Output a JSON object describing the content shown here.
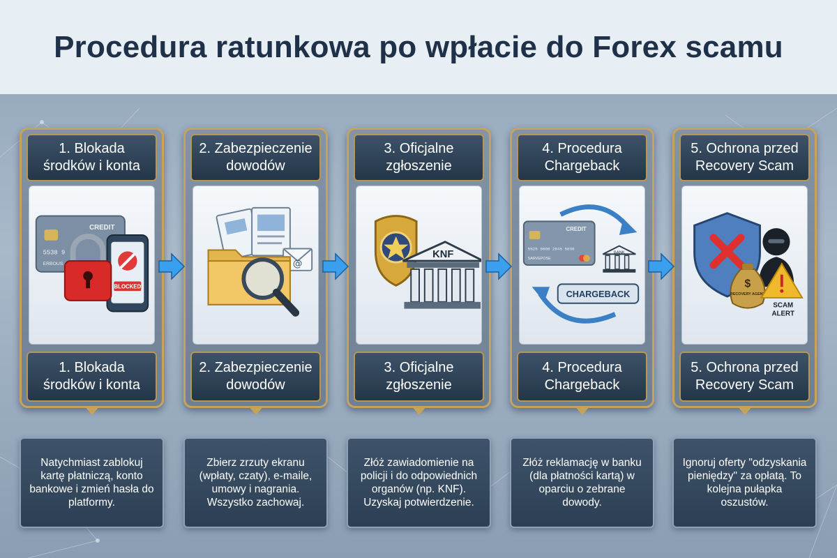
{
  "title": "Procedura ratunkowa po wpłacie do Forex scamu",
  "steps": [
    {
      "title": "1. Blokada środków i konta",
      "description": "Natychmiast zablokuj kartę płatniczą, konto bankowe i zmień hasła do platformy.",
      "icon_labels": {
        "card": "CREDIT",
        "card_digits": "5538 9",
        "card_name": "ERBOUS",
        "blocked": "BLOCKED"
      },
      "icons": [
        "credit-card-icon",
        "padlock-icon",
        "blocked-phone-icon"
      ]
    },
    {
      "title": "2. Zabezpieczenie dowodów",
      "description": "Zbierz zrzuty ekranu (wpłaty, czaty), e-maile, umowy i nagrania. Wszystko zachowaj.",
      "icon_labels": {},
      "icons": [
        "documents-icon",
        "folder-icon",
        "magnifier-icon",
        "email-icon"
      ]
    },
    {
      "title": "3. Oficjalne zgłoszenie",
      "description": "Złóż zawiadomienie na policji i do odpowiednich organów (np. KNF). Uzyskaj potwierdzenie.",
      "icon_labels": {
        "authority": "KNF"
      },
      "icons": [
        "police-badge-icon",
        "institution-building-icon"
      ]
    },
    {
      "title": "4. Procedura Chargeback",
      "description": "Złóż reklamację w banku (dla płatności kartą) w oparciu o zebrane dowody.",
      "icon_labels": {
        "card": "CREDIT",
        "card_digits": "5525 5008 2845 5030",
        "card_name": "SARVEPOSE",
        "bank": "BANK",
        "badge": "CHARGEBACK"
      },
      "icons": [
        "credit-card-icon",
        "bank-icon",
        "cycle-arrows-icon"
      ]
    },
    {
      "title": "5. Ochrona przed Recovery Scam",
      "description": "Ignoruj oferty \"odzyskania pieniędzy\" za opłatą. To kolejna pułapka oszustów.",
      "icon_labels": {
        "bag_sign": "$",
        "bag_label": "RECOVERY AGENT",
        "alert_line1": "SCAM",
        "alert_line2": "ALERT"
      },
      "icons": [
        "shield-x-icon",
        "hooded-scammer-icon",
        "money-bag-icon",
        "warning-triangle-icon"
      ]
    }
  ],
  "colors": {
    "header_bg": "#e7eef4",
    "title_text": "#1e3148",
    "card_gold_border": "#c7a35a",
    "panel_dark": "#2a3c50",
    "arrow_blue": "#3aa0ee"
  }
}
